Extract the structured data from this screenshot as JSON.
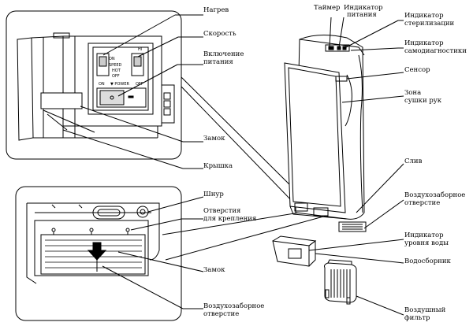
{
  "labels": {
    "heat": "Нагрев",
    "speed": "Скорость",
    "power_on": "Включение питания",
    "power_on_l1": "Включение",
    "power_on_l2": "питания",
    "lock_top": "Замок",
    "cover": "Крышка",
    "cord": "Шнур",
    "holes_l1": "Отверстия",
    "holes_l2": "для крепления",
    "lock_bottom": "Замок",
    "intake_bottom_l1": "Воздухозаборное",
    "intake_bottom_l2": "отверстие",
    "timer": "Таймер",
    "power_ind_l1": "Индикатор",
    "power_ind_l2": "питания",
    "steril_l1": "Индикатор",
    "steril_l2": "стерилизации",
    "selfdiag_l1": "Индикатор",
    "selfdiag_l2": "самодиагностики",
    "sensor": "Сенсор",
    "dry_l1": "Зона",
    "dry_l2": "сушки рук",
    "drain": "Слив",
    "intake_right_l1": "Воздухозаборное",
    "intake_right_l2": "отверстие",
    "water_l1": "Индикатор",
    "water_l2": "уровня воды",
    "collector": "Водосборник",
    "filter_l1": "Воздушный",
    "filter_l2": "фильтр"
  },
  "switches": {
    "on": "ON",
    "speed": "SPEED",
    "hot": "HOT",
    "off": "OFF",
    "power_on": "ON",
    "power_title": "▼ POWER",
    "power_off": "OFF",
    "hi": "HI"
  }
}
